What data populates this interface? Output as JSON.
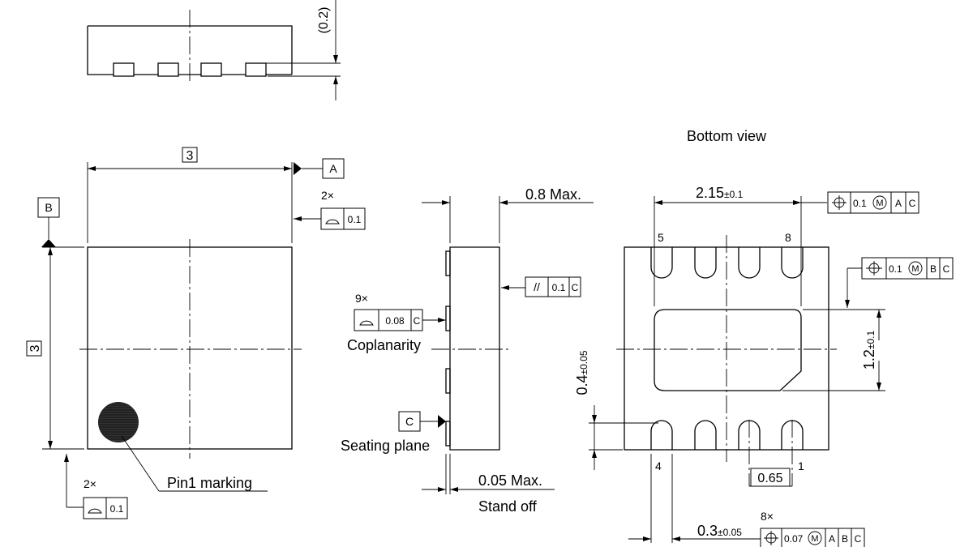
{
  "side_view_top": {
    "dim_02": "(0.2)"
  },
  "top_view": {
    "dim_width": "3",
    "dim_height": "3",
    "datum_a": "A",
    "datum_b": "B",
    "flat_count_top": "2×",
    "flat_value_top": "0.1",
    "flat_count_bottom": "2×",
    "flat_value_bottom": "0.1",
    "pin1_label": "Pin1 marking"
  },
  "side_view": {
    "dim_thickness": "0.8 Max.",
    "parallel_symbol": "//",
    "parallel_value": "0.1",
    "parallel_datum": "C",
    "coplanarity_count": "9×",
    "coplanarity_value": "0.08",
    "coplanarity_datum": "C",
    "coplanarity_label": "Coplanarity",
    "seating_datum": "C",
    "seating_label": "Seating plane",
    "standoff_dim": "0.05 Max.",
    "standoff_label": "Stand off"
  },
  "bottom_view": {
    "title": "Bottom view",
    "dim_215": "2.15",
    "tol_215": "±0.1",
    "fcf_pos1_value": "0.1",
    "fcf_pos1_mod": "M",
    "fcf_pos1_datum1": "A",
    "fcf_pos1_datum2": "C",
    "fcf_pos2_value": "0.1",
    "fcf_pos2_mod": "M",
    "fcf_pos2_datum1": "B",
    "fcf_pos2_datum2": "C",
    "dim_12": "1.2",
    "tol_12": "±0.1",
    "dim_04": "0.4",
    "tol_04": "±0.05",
    "dim_065": "0.65",
    "pin5": "5",
    "pin8": "8",
    "pin4": "4",
    "pin1": "1",
    "dim_03": "0.3",
    "tol_03": "±0.05",
    "fcf_pos3_count": "8×",
    "fcf_pos3_value": "0.07",
    "fcf_pos3_mod": "M",
    "fcf_pos3_datum1": "A",
    "fcf_pos3_datum2": "B",
    "fcf_pos3_datum3": "C"
  }
}
